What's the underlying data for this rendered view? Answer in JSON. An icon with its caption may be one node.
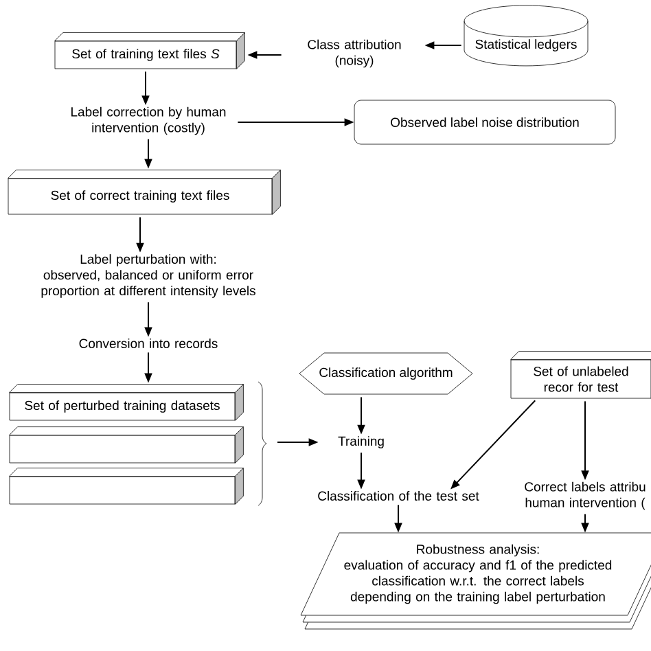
{
  "diagram": {
    "nodes": [
      {
        "text": [
          "Set of training text files *S*"
        ]
      },
      {
        "text": [
          "Class attribution (noisy)"
        ]
      },
      {
        "text": [
          "Statistical ledgers"
        ]
      },
      {
        "text": [
          "Label correction by human intervention (costly)"
        ]
      },
      {
        "text": [
          "Observed label noise distribution"
        ]
      },
      {
        "text": [
          "Set of correct training text files"
        ]
      },
      {
        "text": [
          "Label perturbation with:",
          "observed, balanced or uniform error proportion at different intensity levels"
        ]
      },
      {
        "text": [
          "Conversion into records"
        ]
      },
      {
        "text": [
          "Set of perturbed training datasets"
        ]
      },
      {
        "text": [],
        "shape": "box"
      },
      {
        "text": [],
        "shape": "box"
      },
      {
        "text": [
          "Classification algorithm"
        ]
      },
      {
        "text": [
          "Set of unlabeled recor for test"
        ]
      },
      {
        "text": [
          "Training"
        ]
      },
      {
        "text": [
          "Classification of the test set"
        ]
      },
      {
        "text": [
          "Correct labels attribu human intervention ("
        ]
      },
      {
        "text": [
          "Robustness analysis:",
          "evaluation of accuracy and f1 of the predicted classification w.r.t. the correct labels depending on the training label perturbation"
        ]
      }
    ],
    "edges": [
      {
        "from": 2,
        "to": 1,
        "arrow": "to"
      },
      {
        "from": 1,
        "to": 0,
        "arrow": "to"
      },
      {
        "from": 0,
        "to": 3,
        "arrow": "to"
      },
      {
        "from": 3,
        "to": 4,
        "arrow": "to"
      },
      {
        "from": 3,
        "to": 5,
        "arrow": "to"
      },
      {
        "from": 5,
        "to": 6,
        "arrow": "to"
      },
      {
        "from": 6,
        "to": 7,
        "arrow": "to"
      },
      {
        "from": 7,
        "to": 8,
        "arrow": "to"
      },
      {
        "from": null,
        "to": 13,
        "arrow": "to"
      },
      {
        "from": 11,
        "to": 13,
        "arrow": "to"
      },
      {
        "from": 13,
        "to": 14,
        "arrow": "to"
      },
      {
        "from": 12,
        "to": 14,
        "arrow": "to"
      },
      {
        "from": 12,
        "to": 15,
        "arrow": "to"
      },
      {
        "from": 14,
        "to": 16,
        "arrow": "to"
      },
      {
        "from": 15,
        "to": 16,
        "arrow": "to"
      }
    ]
  }
}
